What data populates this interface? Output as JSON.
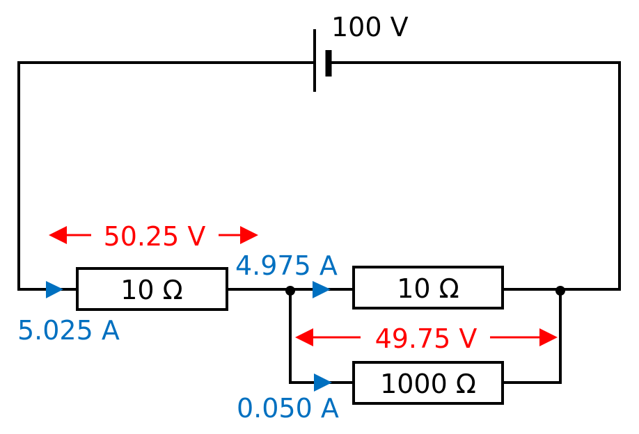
{
  "battery": {
    "label": "100 V"
  },
  "resistors": [
    {
      "label": "10 Ω"
    },
    {
      "label": "10 Ω"
    },
    {
      "label": "1000 Ω"
    }
  ],
  "currents": [
    {
      "label": "5.025 A"
    },
    {
      "label": "4.975 A"
    },
    {
      "label": "0.050 A"
    }
  ],
  "voltages": [
    {
      "label": "50.25 V"
    },
    {
      "label": "49.75 V"
    }
  ],
  "colors": {
    "current": "#0070c0",
    "voltage": "#ff0000",
    "wire": "#000000"
  }
}
